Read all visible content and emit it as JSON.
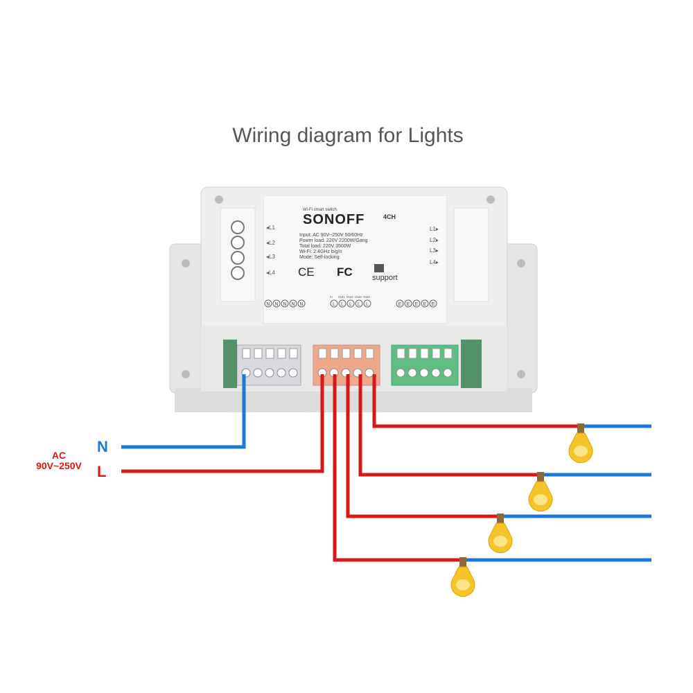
{
  "title": "Wiring diagram for Lights",
  "device": {
    "tagline": "Wi-Fi smart switch",
    "brand": "SONOFF",
    "model": "4CH",
    "specs": [
      "Input: AC 90V~250V 50/60Hz",
      "Power load: 220V 2200W/Gang",
      "Total load: 220V 3500W",
      "Wi-Fi: 2.4GHz b/g/n",
      "Mode: Self-locking"
    ],
    "left_labels": [
      "◂L1",
      "◂L2",
      "◂L3",
      "◂L4"
    ],
    "right_labels": [
      "L1▸",
      "L2▸",
      "L3▸",
      "L4▸"
    ],
    "ce": "CE",
    "fc": "FC",
    "support": "support",
    "terminal_header": [
      "In",
      "Out1",
      "Out2",
      "Out3",
      "Out4"
    ],
    "n_terminal": "N",
    "l_terminal": "L",
    "e_terminal": "E"
  },
  "power": {
    "ac_label": "AC",
    "voltage": "90V~250V",
    "neutral": "N",
    "live": "L"
  },
  "colors": {
    "live": "#d81818",
    "neutral": "#1a78d8",
    "title": "#555555",
    "body": "#efefed"
  }
}
